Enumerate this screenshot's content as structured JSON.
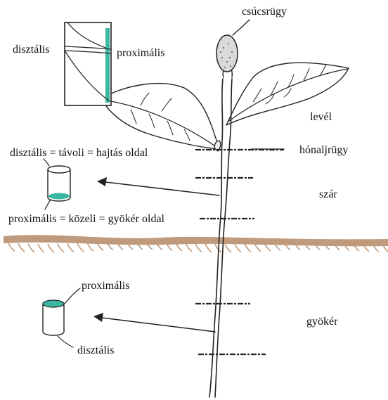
{
  "labels": {
    "apical_bud": "csúcsrügy",
    "leaf": "levél",
    "axillary_bud": "hónaljrügy",
    "stem": "szár",
    "root": "gyökér",
    "inset_distal": "disztális",
    "inset_proximal": "proximális",
    "stem_piece_top": "disztális = távoli = hajtás oldal",
    "stem_piece_bottom": "proximális = közeli = gyökér oldal",
    "root_piece_top": "proximális",
    "root_piece_bottom": "disztális"
  },
  "colors": {
    "soil": "#c09a7c",
    "teal": "#3cb8a2",
    "bud_fill": "#d9d9d9",
    "ink": "#222222"
  }
}
